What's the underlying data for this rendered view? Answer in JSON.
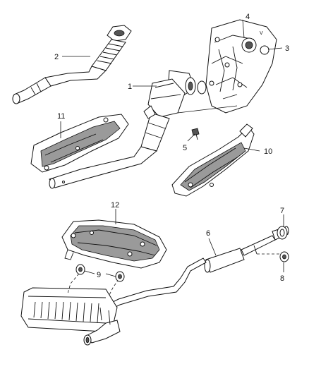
{
  "callouts": [
    {
      "id": "c1",
      "label": "1"
    },
    {
      "id": "c2",
      "label": "2"
    },
    {
      "id": "c3",
      "label": "3"
    },
    {
      "id": "c4",
      "label": "4"
    },
    {
      "id": "c5",
      "label": "5"
    },
    {
      "id": "c6",
      "label": "6"
    },
    {
      "id": "c7",
      "label": "7"
    },
    {
      "id": "c8",
      "label": "8"
    },
    {
      "id": "c9",
      "label": "9"
    },
    {
      "id": "c10",
      "label": "10"
    },
    {
      "id": "c11",
      "label": "11"
    },
    {
      "id": "c12",
      "label": "12"
    }
  ],
  "engine_mark": "V"
}
